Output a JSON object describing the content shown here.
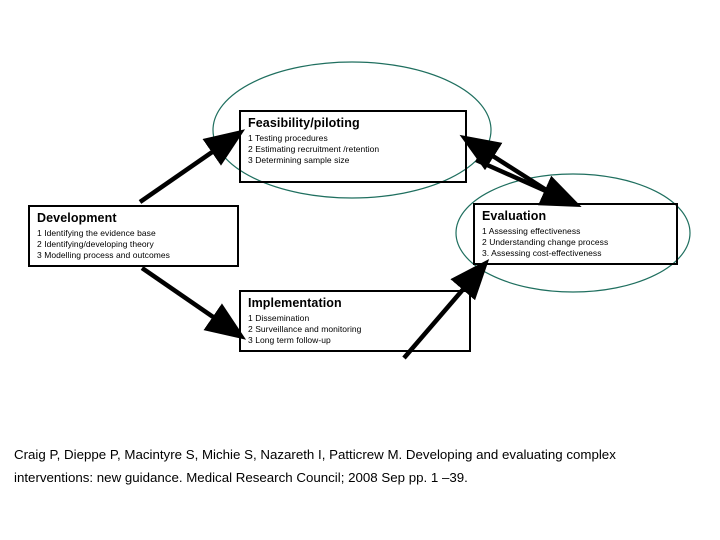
{
  "diagram": {
    "type": "cyclic-process-diagram",
    "stroke_color": "#000000",
    "ellipse_color": "#1f6f5f",
    "boxes": [
      {
        "id": "feasibility",
        "title": "Feasibility/piloting",
        "items": [
          "1 Testing procedures",
          "2 Estimating recruitment /retention",
          "3 Determining sample size"
        ]
      },
      {
        "id": "development",
        "title": "Development",
        "items": [
          "1 Identifying the evidence base",
          "2 Identifying/developing theory",
          "3 Modelling process and outcomes"
        ]
      },
      {
        "id": "evaluation",
        "title": "Evaluation",
        "items": [
          "1 Assessing effectiveness",
          "2 Understanding change process",
          "3. Assessing cost-effectiveness"
        ]
      },
      {
        "id": "implementation",
        "title": "Implementation",
        "items": [
          "1 Dissemination",
          "2 Surveillance and monitoring",
          "3 Long term follow-up"
        ]
      }
    ]
  },
  "caption": {
    "text": "Craig P, Dieppe P, Macintyre S, Michie S, Nazareth I, Patticrew M. Developing and evaluating complex interventions: new guidance. Medical Research Council; 2008 Sep pp. 1 –39."
  }
}
